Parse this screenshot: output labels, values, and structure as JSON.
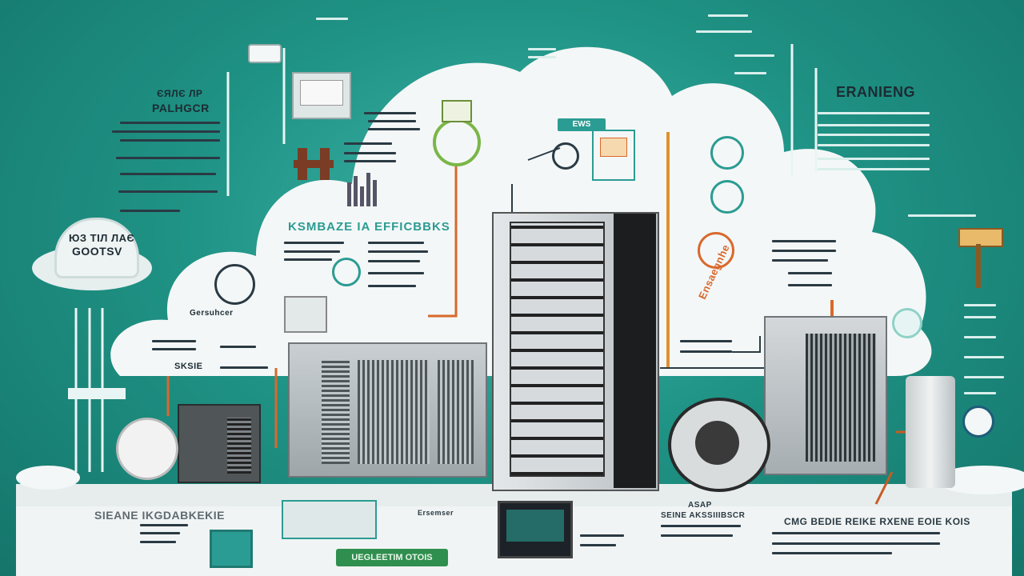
{
  "labels": {
    "left_top_a": "ЄЯЛЄ ЛР",
    "left_top_b": "PALHGCR",
    "left_badge_a": "ЮЗ ТІЛ ЛАЄ",
    "left_badge_b": "GOOTSV",
    "center_title": "KSMBAZE IA EFFICBBKS",
    "right_title": "ERANIENG",
    "mid_small": "EWS",
    "left_mid": "Gersuhcer",
    "left_mid_b": "SKSIE",
    "bottom_left_a": "SIEANE IKGDABKEKIE",
    "bottom_center_pill": "UEGLEETIM OTOIS",
    "bottom_mid": "Ersemser",
    "bottom_right_a": "ASAP",
    "bottom_right_b": "SEINE AKSSIIIBSCR",
    "bottom_far_right": "CMG BEDIE REIKE RXENE EOIE KOIS",
    "orange_vertical": "Ensaegnhe"
  },
  "colors": {
    "background": "#1f9385",
    "cloud": "#f3f6f6",
    "accent_teal": "#2b9c93",
    "accent_orange": "#d8692c",
    "dark_text": "#1c2b33",
    "pill_green": "#2f8f4e"
  },
  "icons": [
    "gear-icon",
    "thermostat-icon",
    "fan-icon",
    "outdoor-unit-icon",
    "hvac-tower-icon",
    "air-handler-icon",
    "gauge-icon",
    "document-icon",
    "bar-chart-icon",
    "pipe-valve-icon",
    "plug-icon",
    "tower-sign-icon"
  ]
}
